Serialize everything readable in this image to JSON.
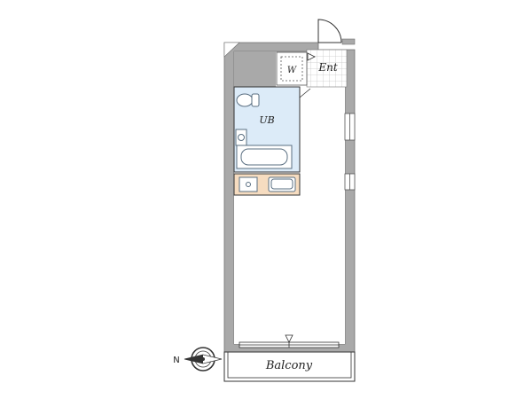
{
  "rooms": {
    "entrance_label": "Ent",
    "washer_label": "W",
    "bathroom_label": "UB",
    "balcony_label": "Balcony"
  },
  "compass": {
    "north_label": "N"
  },
  "colors": {
    "wall": "#a9a9a9",
    "wall_edge": "#6f6f6f",
    "bathroom_fill": "#dcebf8",
    "kitchen_fill": "#f6dcc0",
    "fixture_stroke": "#5a6f82",
    "line": "#333333"
  }
}
